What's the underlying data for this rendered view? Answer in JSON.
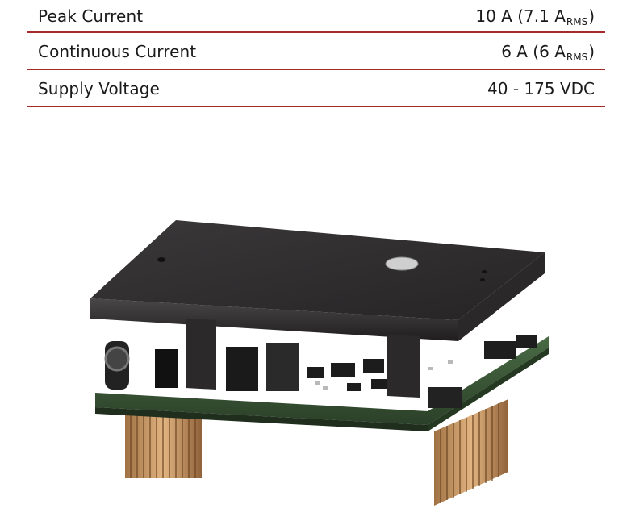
{
  "specs": [
    {
      "label": "Peak Current",
      "value_main": "10 A (7.1 A",
      "value_sub": "RMS",
      "value_tail": ")"
    },
    {
      "label": "Continuous Current",
      "value_main": "6 A (6 A",
      "value_sub": "RMS",
      "value_tail": ")"
    },
    {
      "label": "Supply Voltage",
      "value_main": "40 - 175 VDC",
      "value_sub": "",
      "value_tail": ""
    }
  ],
  "colors": {
    "rule": "#a52a2a",
    "heatsink": "#2e2c2d",
    "pcb": "#3d5a3a",
    "pins": "#c8955a"
  }
}
